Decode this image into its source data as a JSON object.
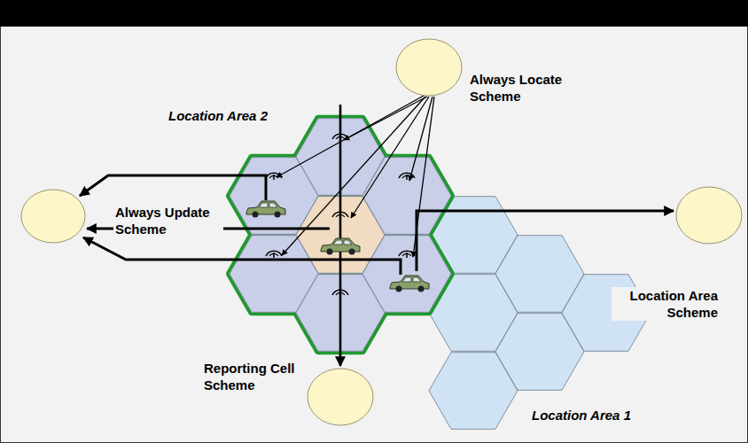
{
  "diagram": {
    "nodes": [
      {
        "text": [
          "Always Locate Scheme"
        ]
      },
      {
        "text": [
          "Always Update Scheme"
        ]
      },
      {
        "text": [
          "Location Area Scheme"
        ]
      },
      {
        "text": [
          "Reporting Cell Scheme"
        ]
      }
    ],
    "labels": [
      "Location Area 2",
      "Location Area 1"
    ]
  }
}
